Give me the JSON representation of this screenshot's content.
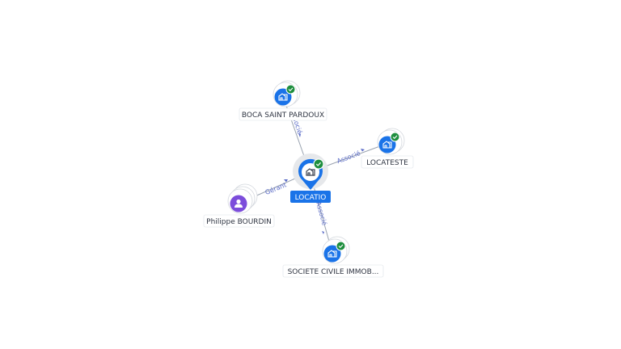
{
  "graph": {
    "center": {
      "label": "LOCATIO",
      "icon": "building-icon",
      "verified": true
    },
    "nodes": [
      {
        "id": "boca",
        "label": "BOCA SAINT PARDOUX",
        "icon": "building-icon",
        "verified": true,
        "relation": "Associé"
      },
      {
        "id": "locateste",
        "label": "LOCATESTE",
        "icon": "building-icon",
        "verified": true,
        "relation": "Associé"
      },
      {
        "id": "societe",
        "label": "SOCIETE CIVILE IMMOB...",
        "icon": "building-icon",
        "verified": true,
        "relation": "Associé"
      },
      {
        "id": "philippe",
        "label": "Philippe BOURDIN",
        "icon": "person-icon",
        "verified": false,
        "relation": "Gérant"
      }
    ],
    "colors": {
      "company": "#1a73e8",
      "person": "#7c4ddb",
      "verified": "#1e8e3e",
      "edge": "#9aa3b0",
      "edge_label": "#5b6cc7"
    }
  }
}
